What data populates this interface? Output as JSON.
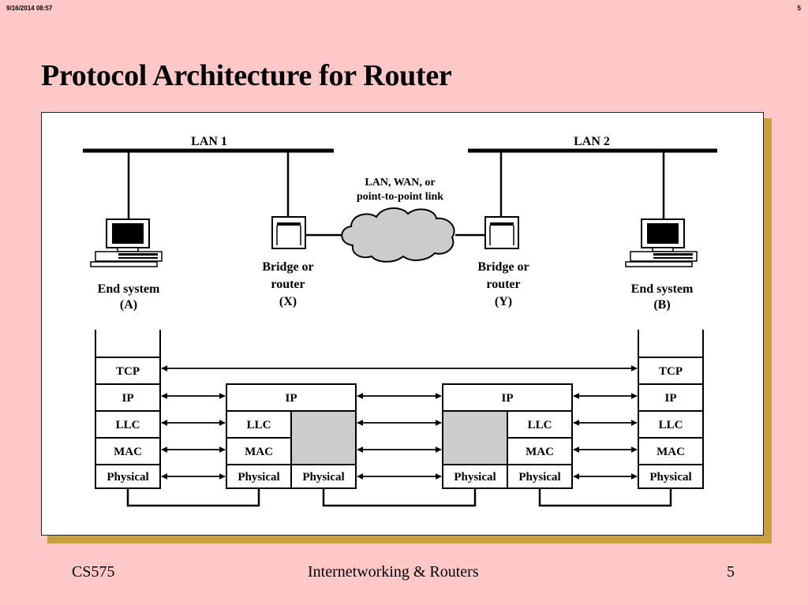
{
  "header": {
    "date": "9/16/2014  08:57",
    "page_number": "5"
  },
  "title": "Protocol Architecture for Router",
  "diagram": {
    "lan1": "LAN 1",
    "lan2": "LAN 2",
    "link_line1": "LAN, WAN, or",
    "link_line2": "point-to-point link",
    "end_system_a": {
      "line1": "End system",
      "line2": "(A)"
    },
    "end_system_b": {
      "line1": "End system",
      "line2": "(B)"
    },
    "bridge_x": {
      "line1": "Bridge or",
      "line2": "router",
      "line3": "(X)"
    },
    "bridge_y": {
      "line1": "Bridge or",
      "line2": "router",
      "line3": "(Y)"
    },
    "layers": {
      "tcp": "TCP",
      "ip": "IP",
      "llc": "LLC",
      "mac": "MAC",
      "physical": "Physical"
    },
    "colors": {
      "shaded_block": "#cccccc",
      "figure_shadow": "#c8a040"
    }
  },
  "footer": {
    "left": "CS575",
    "center": "Internetworking & Routers",
    "right": "5"
  }
}
